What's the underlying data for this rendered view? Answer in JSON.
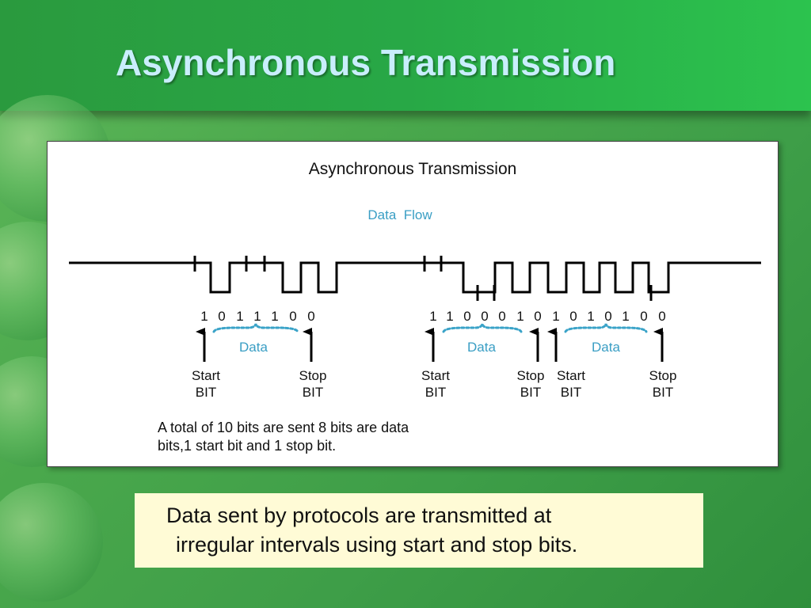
{
  "slide": {
    "title": "Asynchronous Transmission",
    "caption_line1": "Data sent by protocols are transmitted at",
    "caption_line2": "irregular intervals using start and stop bits."
  },
  "figure": {
    "title": "Asynchronous Transmission",
    "flow_label": "Data  Flow",
    "frames": [
      {
        "bits": [
          "1",
          "0",
          "1",
          "1",
          "1",
          "0",
          "0"
        ],
        "data_label": "Data",
        "start_label_1": "Start",
        "start_label_2": "BIT",
        "stop_label_1": "Stop",
        "stop_label_2": "BIT"
      },
      {
        "bits": [
          "1",
          "1",
          "0",
          "0",
          "0",
          "1",
          "0"
        ],
        "data_label": "Data",
        "start_label_1": "Start",
        "start_label_2": "BIT",
        "stop_label_1": "Stop",
        "stop_label_2": "BIT"
      },
      {
        "bits": [
          "1",
          "0",
          "1",
          "0",
          "1",
          "0",
          "0"
        ],
        "data_label": "Data",
        "start_label_1": "Start",
        "start_label_2": "BIT",
        "stop_label_1": "Stop",
        "stop_label_2": "BIT"
      }
    ],
    "note_line1": "A total of 10 bits are sent 8 bits are data",
    "note_line2": "bits,1 start bit and 1 stop bit."
  },
  "colors": {
    "title_text": "#c9eefc",
    "data_label": "#3a9ec4",
    "dotted_brace": "#3aa3c8",
    "caption_background": "#fffbd6",
    "signal_line": "#000000"
  }
}
